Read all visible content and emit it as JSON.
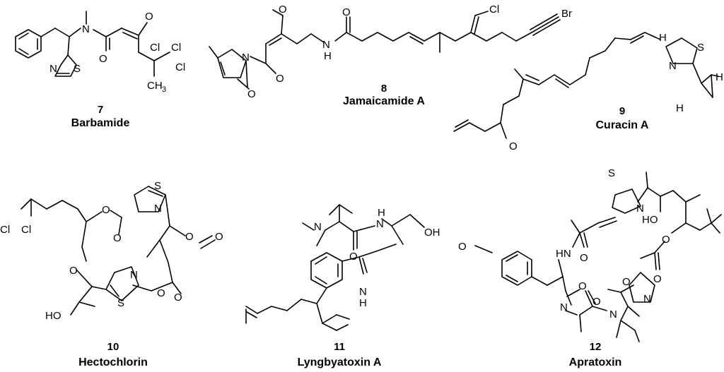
{
  "compounds": [
    {
      "number": "7",
      "name": "Barbamide"
    },
    {
      "number": "8",
      "name": "Jamaicamide A"
    },
    {
      "number": "9",
      "name": "Curacin A"
    },
    {
      "number": "10",
      "name": "Hectochlorin"
    },
    {
      "number": "11",
      "name": "Lyngbyatoxin A"
    },
    {
      "number": "12",
      "name": "Apratoxin"
    }
  ],
  "atoms": {
    "N": "N",
    "O": "O",
    "S": "S",
    "H": "H",
    "Cl": "Cl",
    "Br": "Br",
    "NH": "NH",
    "HN": "HN",
    "HO": "HO",
    "OH": "OH",
    "CH": "CH",
    "three": "3"
  }
}
